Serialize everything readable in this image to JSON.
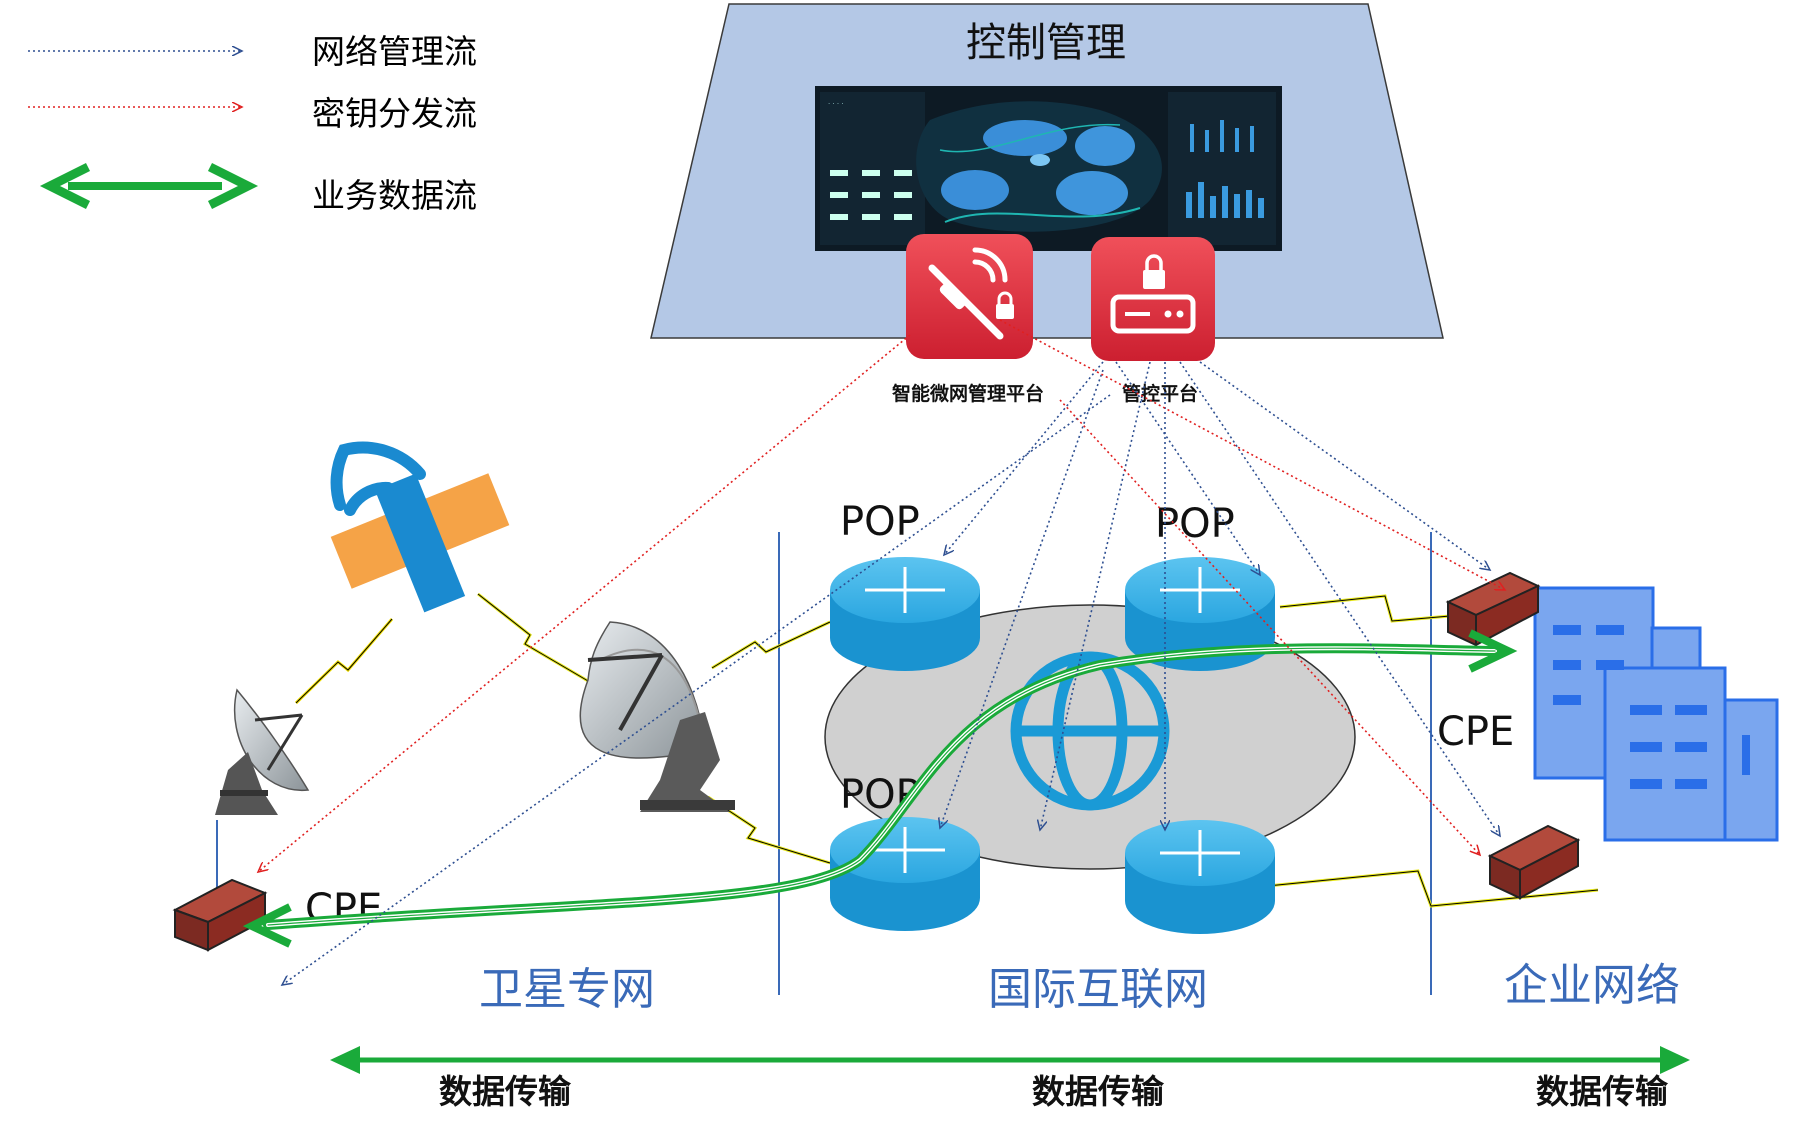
{
  "legend": {
    "management_flow": "网络管理流",
    "key_flow": "密钥分发流",
    "data_flow": "业务数据流"
  },
  "control": {
    "title": "控制管理",
    "platform_micro": "智能微网管理平台",
    "platform_control": "管控平台"
  },
  "nodes": {
    "pop_label": "POP",
    "cpe_label": "CPE"
  },
  "zones": {
    "satellite": "卫星专网",
    "internet": "国际互联网",
    "enterprise": "企业网络"
  },
  "transfer": {
    "left": "数据传输",
    "middle": "数据传输",
    "right": "数据传输"
  },
  "colors": {
    "management_flow": "#2e4f91",
    "key_flow": "#e02020",
    "data_flow": "#1aaa3a",
    "router": "#1a9ad6",
    "zone_text": "#3a6ab8",
    "platform_icon": "#e0303f",
    "control_panel": "#b4c8e6",
    "cloud": "#d0d0d0",
    "building": "#7aa6ef",
    "cpe_device": "#8b2b22"
  }
}
